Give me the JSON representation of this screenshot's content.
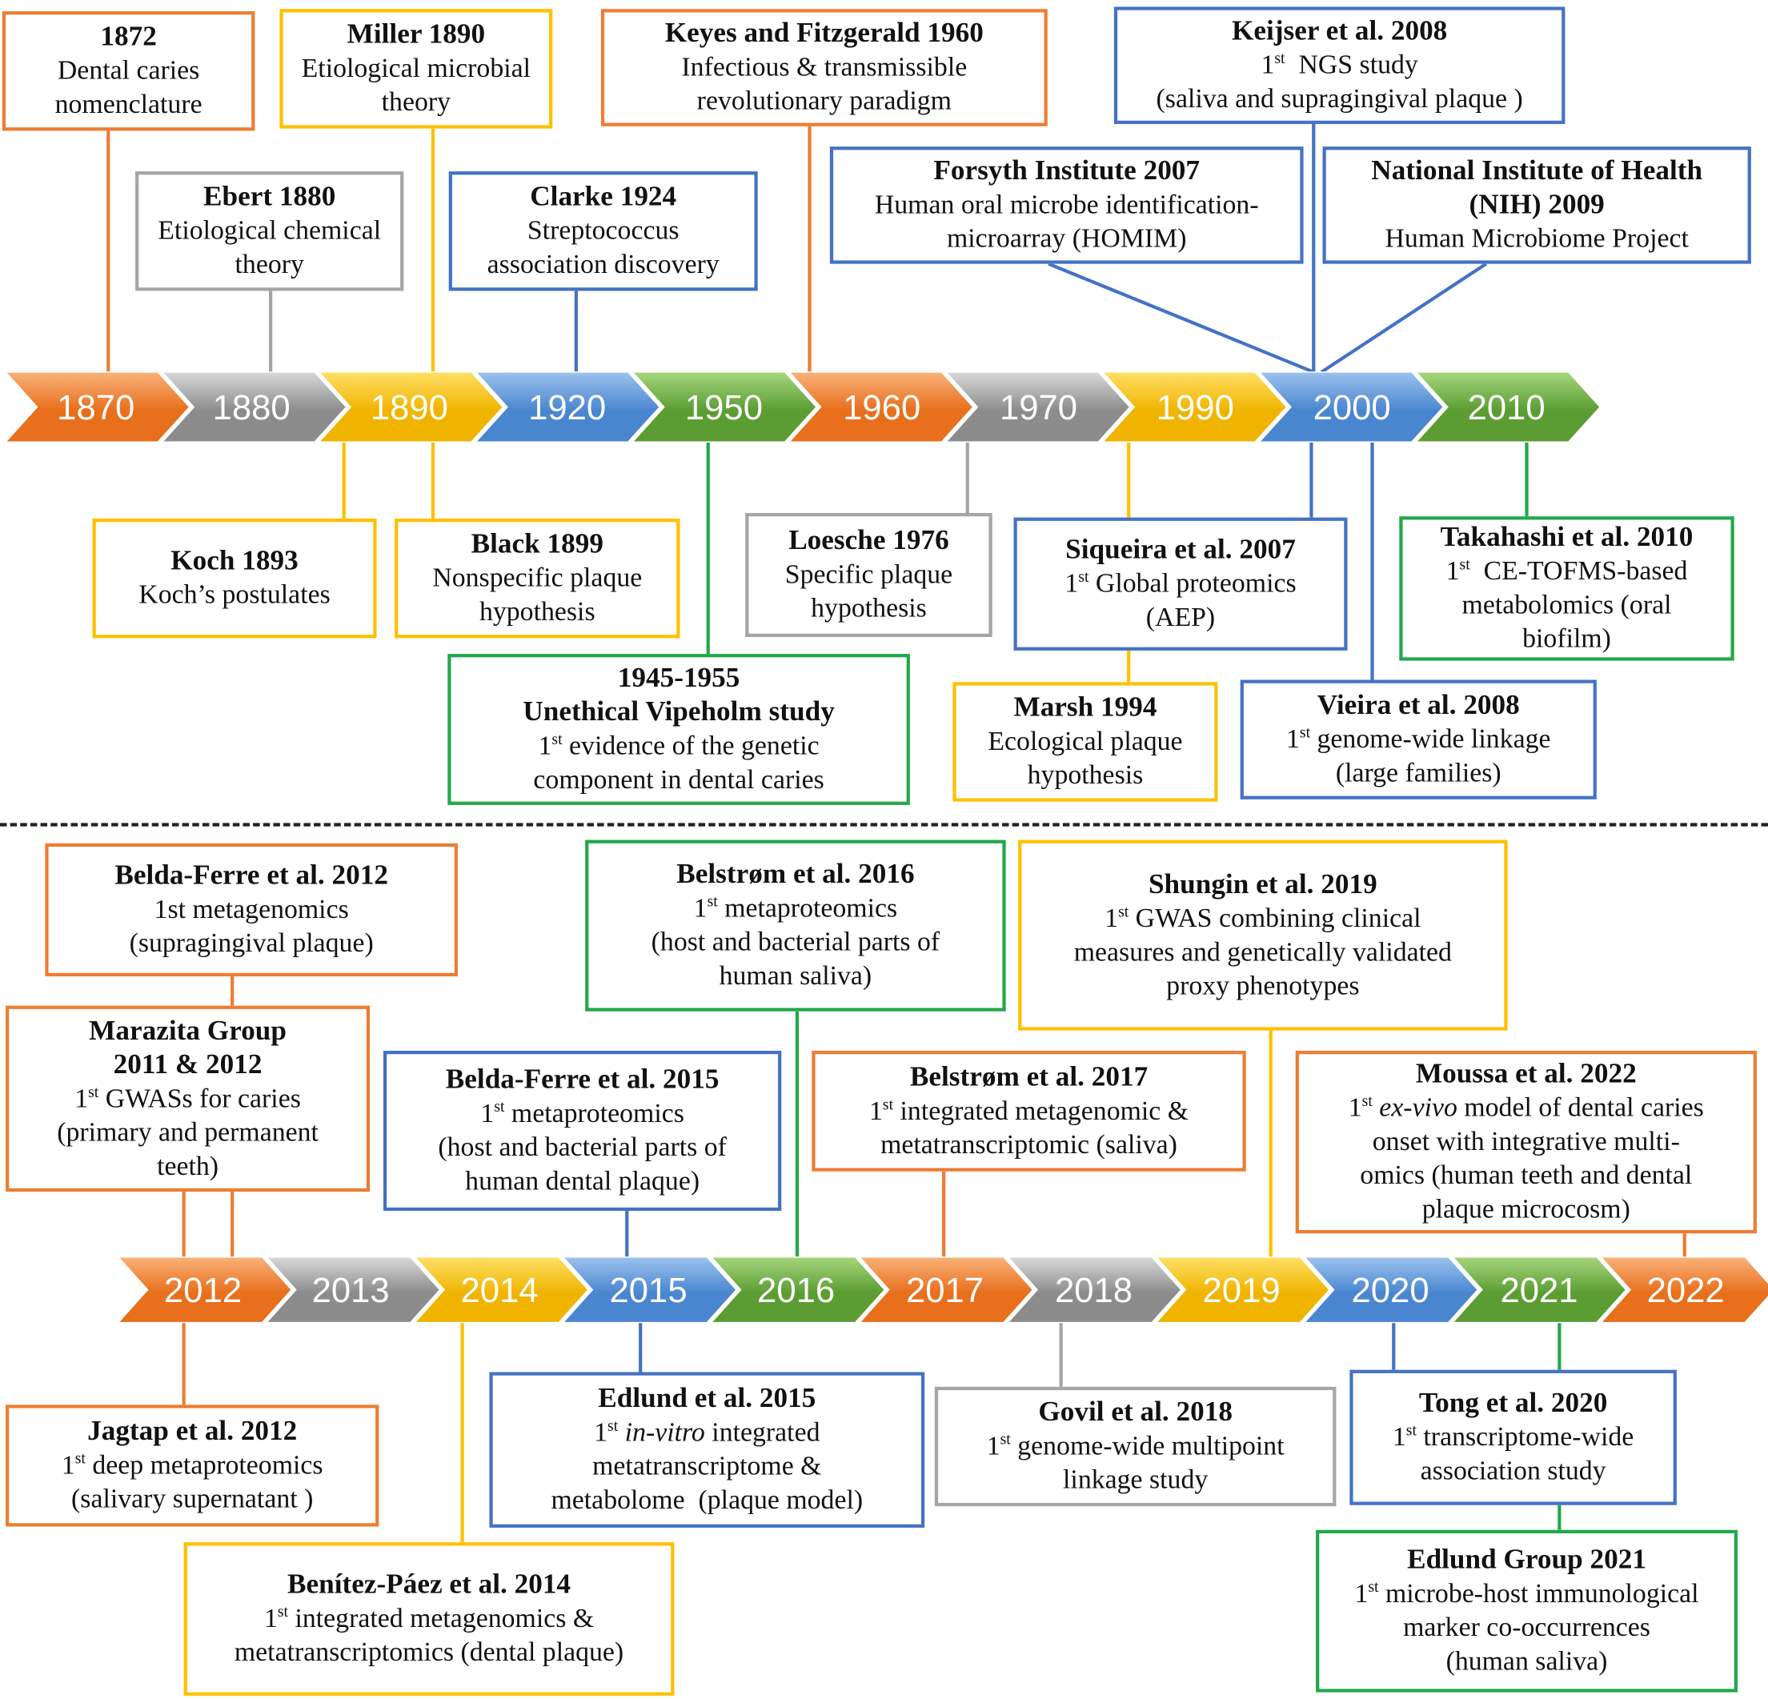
{
  "colors": {
    "orange": "#ed7d31",
    "gray": "#a5a5a5",
    "yellow": "#ffc000",
    "blue": "#4472c4",
    "green": "#22a84a"
  },
  "top_years": [
    "1870",
    "1880",
    "1890",
    "1920",
    "1950",
    "1960",
    "1970",
    "1990",
    "2000",
    "2010"
  ],
  "bottom_years": [
    "2012",
    "2013",
    "2014",
    "2015",
    "2016",
    "2017",
    "2018",
    "2019",
    "2020",
    "2021",
    "2022"
  ],
  "top_events": [
    {
      "color": "orange",
      "title": [
        "1872"
      ],
      "lines": [
        [
          {
            "t": "Dental caries"
          }
        ],
        [
          {
            "t": "nomenclature"
          }
        ]
      ]
    },
    {
      "color": "yellow",
      "title": [
        "Miller 1890"
      ],
      "lines": [
        [
          {
            "t": "Etiological microbial"
          }
        ],
        [
          {
            "t": "theory"
          }
        ]
      ]
    },
    {
      "color": "orange",
      "title": [
        "Keyes and Fitzgerald 1960"
      ],
      "lines": [
        [
          {
            "t": "Infectious & transmissible"
          }
        ],
        [
          {
            "t": "revolutionary paradigm"
          }
        ]
      ]
    },
    {
      "color": "blue",
      "title": [
        "Keijser et al. 2008"
      ],
      "lines": [
        [
          {
            "t": "1"
          },
          {
            "t": "st",
            "s": "sup"
          },
          {
            "t": "  NGS study"
          }
        ],
        [
          {
            "t": "(saliva and supragingival plaque )"
          }
        ]
      ]
    },
    {
      "color": "gray",
      "title": [
        "Ebert 1880"
      ],
      "lines": [
        [
          {
            "t": "Etiological chemical"
          }
        ],
        [
          {
            "t": "theory"
          }
        ]
      ]
    },
    {
      "color": "blue",
      "title": [
        "Clarke 1924"
      ],
      "lines": [
        [
          {
            "t": "Streptococcus"
          }
        ],
        [
          {
            "t": "association discovery"
          }
        ]
      ]
    },
    {
      "color": "blue",
      "title": [
        "Forsyth Institute 2007"
      ],
      "lines": [
        [
          {
            "t": "Human oral microbe identification-"
          }
        ],
        [
          {
            "t": "microarray (HOMIM)"
          }
        ]
      ]
    },
    {
      "color": "blue",
      "title": [
        "National Institute of Health",
        "(NIH) 2009"
      ],
      "lines": [
        [
          {
            "t": "Human Microbiome Project"
          }
        ]
      ]
    },
    {
      "color": "yellow",
      "title": [
        "Koch 1893"
      ],
      "lines": [
        [
          {
            "t": "Koch’s postulates"
          }
        ]
      ]
    },
    {
      "color": "yellow",
      "title": [
        "Black 1899"
      ],
      "lines": [
        [
          {
            "t": "Nonspecific plaque"
          }
        ],
        [
          {
            "t": "hypothesis"
          }
        ]
      ]
    },
    {
      "color": "green",
      "title": [
        "1945-1955",
        "Unethical Vipeholm study"
      ],
      "lines": [
        [
          {
            "t": "1"
          },
          {
            "t": "st",
            "s": "sup"
          },
          {
            "t": " evidence of the genetic"
          }
        ],
        [
          {
            "t": "component in dental caries"
          }
        ]
      ]
    },
    {
      "color": "gray",
      "title": [
        "Loesche 1976"
      ],
      "lines": [
        [
          {
            "t": "Specific plaque"
          }
        ],
        [
          {
            "t": "hypothesis"
          }
        ]
      ]
    },
    {
      "color": "blue",
      "title": [
        "Siqueira et al. 2007"
      ],
      "lines": [
        [
          {
            "t": "1"
          },
          {
            "t": "st",
            "s": "sup"
          },
          {
            "t": " Global proteomics"
          }
        ],
        [
          {
            "t": "(AEP)"
          }
        ]
      ]
    },
    {
      "color": "yellow",
      "title": [
        "Marsh 1994"
      ],
      "lines": [
        [
          {
            "t": "Ecological plaque"
          }
        ],
        [
          {
            "t": "hypothesis"
          }
        ]
      ]
    },
    {
      "color": "blue",
      "title": [
        "Vieira et al. 2008"
      ],
      "lines": [
        [
          {
            "t": "1"
          },
          {
            "t": "st",
            "s": "sup"
          },
          {
            "t": " genome-wide linkage"
          }
        ],
        [
          {
            "t": "(large families)"
          }
        ]
      ]
    },
    {
      "color": "green",
      "title": [
        "Takahashi et al. 2010"
      ],
      "lines": [
        [
          {
            "t": "1"
          },
          {
            "t": "st",
            "s": "sup"
          },
          {
            "t": "  CE-TOFMS-based"
          }
        ],
        [
          {
            "t": "metabolomics (oral"
          }
        ],
        [
          {
            "t": "biofilm)"
          }
        ]
      ]
    }
  ],
  "bottom_events": [
    {
      "color": "orange",
      "title": [
        "Belda-Ferre et al.  2012"
      ],
      "lines": [
        [
          {
            "t": "1st metagenomics"
          }
        ],
        [
          {
            "t": "(supragingival plaque)"
          }
        ]
      ]
    },
    {
      "color": "orange",
      "title": [
        "Marazita Group",
        "2011 & 2012"
      ],
      "lines": [
        [
          {
            "t": "1"
          },
          {
            "t": "st",
            "s": "sup"
          },
          {
            "t": " GWASs for caries"
          }
        ],
        [
          {
            "t": "(primary and permanent"
          }
        ],
        [
          {
            "t": "teeth)"
          }
        ]
      ]
    },
    {
      "color": "green",
      "title": [
        "Belstrøm et al. 2016"
      ],
      "lines": [
        [
          {
            "t": "1"
          },
          {
            "t": "st",
            "s": "sup"
          },
          {
            "t": " metaproteomics"
          }
        ],
        [
          {
            "t": "(host and bacterial parts of"
          }
        ],
        [
          {
            "t": "human saliva)"
          }
        ]
      ]
    },
    {
      "color": "yellow",
      "title": [
        "Shungin et al. 2019"
      ],
      "lines": [
        [
          {
            "t": "1"
          },
          {
            "t": "st",
            "s": "sup"
          },
          {
            "t": " GWAS combining clinical"
          }
        ],
        [
          {
            "t": "measures and genetically validated"
          }
        ],
        [
          {
            "t": "proxy phenotypes"
          }
        ]
      ]
    },
    {
      "color": "blue",
      "title": [
        "Belda-Ferre et al. 2015"
      ],
      "lines": [
        [
          {
            "t": "1"
          },
          {
            "t": "st",
            "s": "sup"
          },
          {
            "t": " metaproteomics"
          }
        ],
        [
          {
            "t": "(host and bacterial parts of"
          }
        ],
        [
          {
            "t": "human dental plaque)"
          }
        ]
      ]
    },
    {
      "color": "orange",
      "title": [
        "Belstrøm et al. 2017"
      ],
      "lines": [
        [
          {
            "t": "1"
          },
          {
            "t": "st",
            "s": "sup"
          },
          {
            "t": " integrated metagenomic &"
          }
        ],
        [
          {
            "t": "metatranscriptomic (saliva)"
          }
        ]
      ]
    },
    {
      "color": "orange",
      "title": [
        "Moussa et al. 2022"
      ],
      "lines": [
        [
          {
            "t": "1"
          },
          {
            "t": "st",
            "s": "sup"
          },
          {
            "t": " "
          },
          {
            "t": "ex-vivo",
            "s": "i"
          },
          {
            "t": " model of dental caries"
          }
        ],
        [
          {
            "t": "onset with integrative multi-"
          }
        ],
        [
          {
            "t": "omics (human teeth and dental"
          }
        ],
        [
          {
            "t": "plaque microcosm)"
          }
        ]
      ]
    },
    {
      "color": "orange",
      "title": [
        "Jagtap et al. 2012"
      ],
      "lines": [
        [
          {
            "t": "1"
          },
          {
            "t": "st",
            "s": "sup"
          },
          {
            "t": " deep metaproteomics"
          }
        ],
        [
          {
            "t": "(salivary supernatant )"
          }
        ]
      ]
    },
    {
      "color": "yellow",
      "title": [
        "Benítez-Páez et al. 2014"
      ],
      "lines": [
        [
          {
            "t": "1"
          },
          {
            "t": "st",
            "s": "sup"
          },
          {
            "t": " integrated metagenomics &"
          }
        ],
        [
          {
            "t": "metatranscriptomics (dental plaque)"
          }
        ]
      ]
    },
    {
      "color": "blue",
      "title": [
        "Edlund et al. 2015"
      ],
      "lines": [
        [
          {
            "t": "1"
          },
          {
            "t": "st",
            "s": "sup"
          },
          {
            "t": " "
          },
          {
            "t": "in-vitro",
            "s": "i"
          },
          {
            "t": " integrated"
          }
        ],
        [
          {
            "t": "metatranscriptome &"
          }
        ],
        [
          {
            "t": "metabolome  (plaque model)"
          }
        ]
      ]
    },
    {
      "color": "gray",
      "title": [
        "Govil et al. 2018"
      ],
      "lines": [
        [
          {
            "t": "1"
          },
          {
            "t": "st",
            "s": "sup"
          },
          {
            "t": " genome-wide multipoint"
          }
        ],
        [
          {
            "t": "linkage study"
          }
        ]
      ]
    },
    {
      "color": "blue",
      "title": [
        "Tong et al. 2020"
      ],
      "lines": [
        [
          {
            "t": "1"
          },
          {
            "t": "st",
            "s": "sup"
          },
          {
            "t": " transcriptome-wide"
          }
        ],
        [
          {
            "t": "association study"
          }
        ]
      ]
    },
    {
      "color": "green",
      "title": [
        "Edlund Group 2021"
      ],
      "lines": [
        [
          {
            "t": "1"
          },
          {
            "t": "st",
            "s": "sup"
          },
          {
            "t": " microbe-host immunological"
          }
        ],
        [
          {
            "t": "marker co-occurrences"
          }
        ],
        [
          {
            "t": "(human saliva)"
          }
        ]
      ]
    }
  ]
}
